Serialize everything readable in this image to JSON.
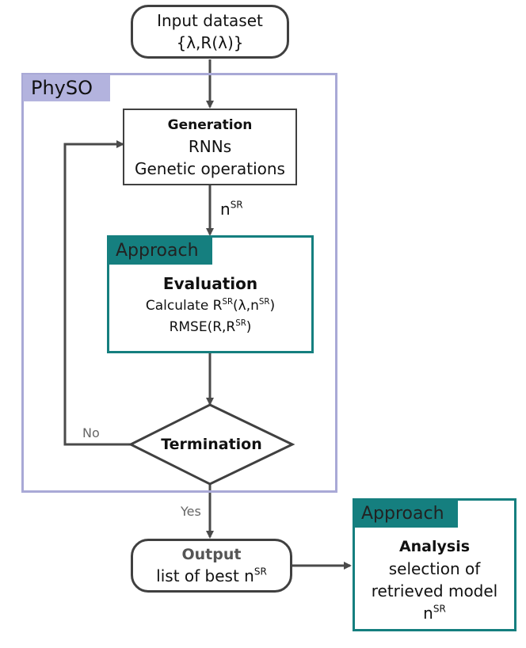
{
  "colors": {
    "physo_border": "#a9a9d6",
    "physo_label_bg": "#b3b3de",
    "teal": "#157f7f",
    "arrow": "#4a4a4a",
    "node_border": "#404040",
    "edge_label": "#666666",
    "output_title": "#555555"
  },
  "input": {
    "line1": "Input dataset",
    "line2": "{λ,R(λ)}"
  },
  "physo": {
    "label": "PhySO"
  },
  "generation": {
    "title": "Generation",
    "line2": "RNNs",
    "line3": "Genetic operations"
  },
  "edge_generation": {
    "base": "n",
    "sup": "SR"
  },
  "evaluation": {
    "tag": "Approach",
    "title": "Evaluation",
    "line2_a": "Calculate R",
    "line2_sup1": "SR",
    "line2_b": "(λ,n",
    "line2_sup2": "SR",
    "line2_c": ")",
    "line3_a": "RMSE(R,R",
    "line3_sup": "SR",
    "line3_b": ")"
  },
  "termination": {
    "label": "Termination",
    "no": "No",
    "yes": "Yes"
  },
  "output": {
    "title": "Output",
    "line2_a": "list of best n",
    "line2_sup": "SR"
  },
  "analysis": {
    "tag": "Approach",
    "title": "Analysis",
    "line2": "selection of",
    "line3": "retrieved model",
    "line4_base": "n",
    "line4_sup": "SR"
  }
}
